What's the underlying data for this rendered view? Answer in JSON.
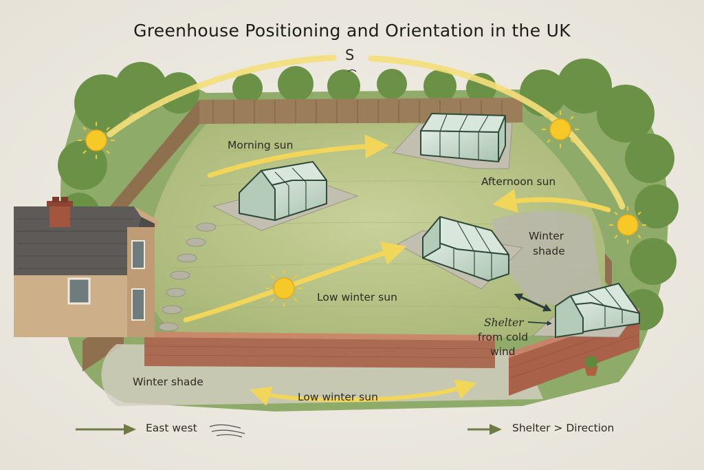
{
  "title": "Greenhouse Positioning and Orientation in the UK",
  "compass": "S",
  "labels": {
    "morning_sun": "Morning sun",
    "afternoon_sun": "Afternoon sun",
    "winter_shade_right_1": "Winter",
    "winter_shade_right_2": "shade",
    "low_winter_sun_center": "Low winter sun",
    "shelter_1": "Shelter",
    "shelter_2": "from cold",
    "shelter_3": "wind",
    "winter_shade_left": "Winter shade",
    "low_winter_sun_bottom": "Low winter sun"
  },
  "legend": {
    "east_west": "East west",
    "shelter_direction": "Shelter > Direction"
  },
  "colors": {
    "sun": "#f6c928",
    "sun_ray": "#f3d86a",
    "sun_path": "#f5df7a",
    "lawn": "#b7c48a",
    "hedge": "#5f8a3c",
    "fence": "#8b6e4e",
    "brick": "#a9614a",
    "glass_frame": "#2f4a38",
    "legend_arrow": "#6f7a45"
  }
}
